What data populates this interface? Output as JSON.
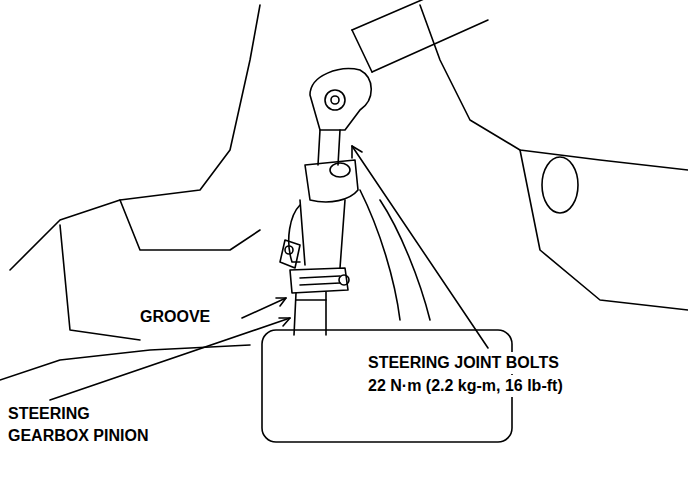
{
  "diagram": {
    "labels": [
      "GROOVE",
      "STEERING JOINT BOLTS",
      "22 N·m (2.2 kg-m, 16 lb-ft)",
      "STEERING GEARBOX PINION"
    ]
  }
}
